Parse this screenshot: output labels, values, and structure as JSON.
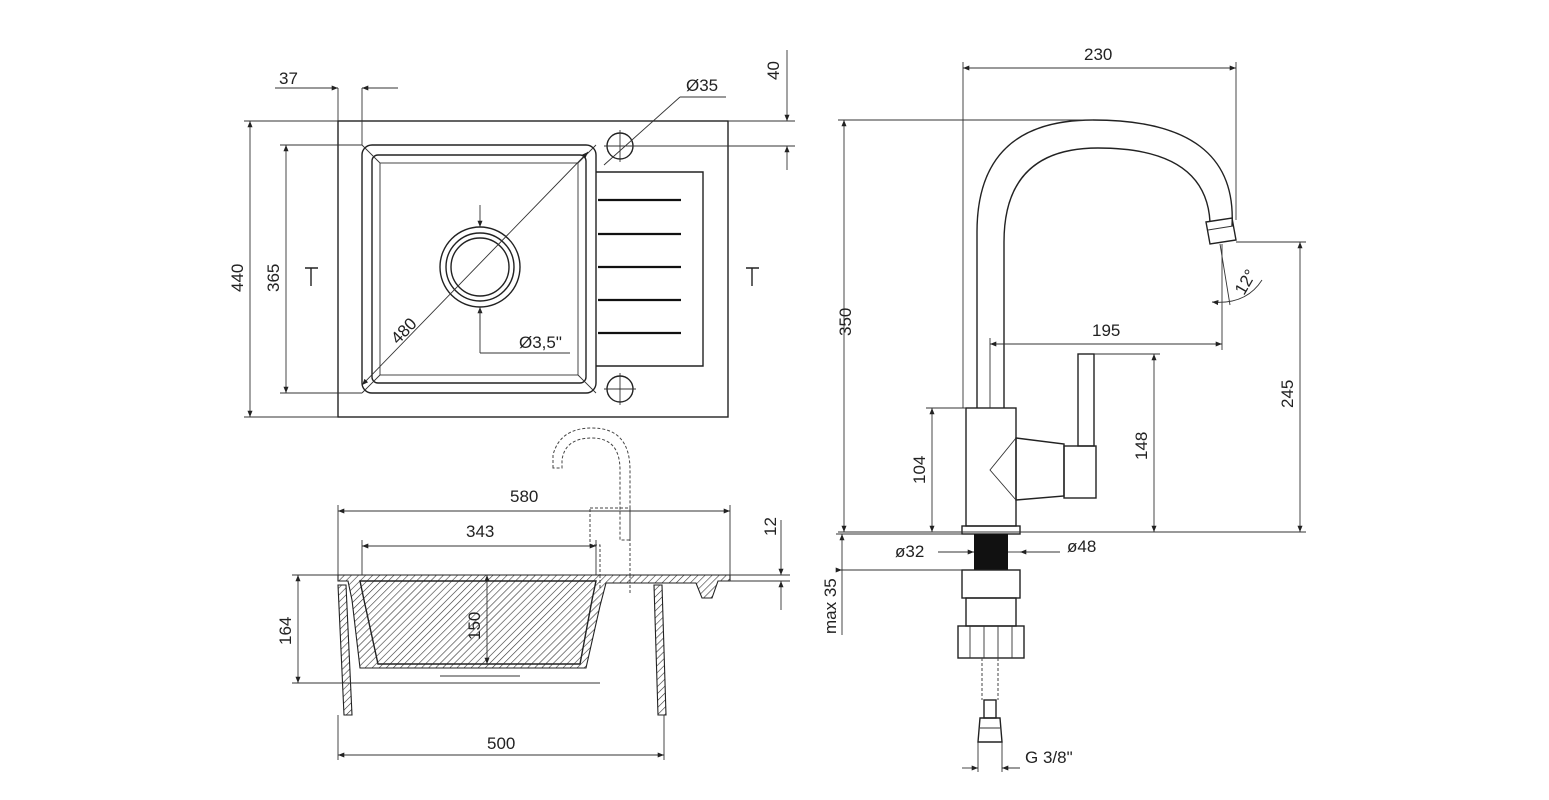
{
  "dimensions": {
    "top_side_offset": "37",
    "top_hole_offset": "40",
    "tap_hole_diameter": "Ø35",
    "overall_depth": "440",
    "bowl_depth": "365",
    "bowl_diagonal": "480",
    "waste_diameter": "Ø3,5\"",
    "overall_width": "580",
    "bowl_width": "343",
    "rim_thickness": "12",
    "total_height": "164",
    "bowl_height": "150",
    "cabinet_width": "500",
    "faucet_reach_total": "230",
    "faucet_height": "350",
    "spout_angle": "12°",
    "spout_reach": "195",
    "faucet_spout_height": "245",
    "lever_height": "148",
    "body_height": "104",
    "shank_diameter": "ø32",
    "base_diameter": "ø48",
    "max_deck_thickness": "max 35",
    "connection_thread": "G 3/8\""
  }
}
